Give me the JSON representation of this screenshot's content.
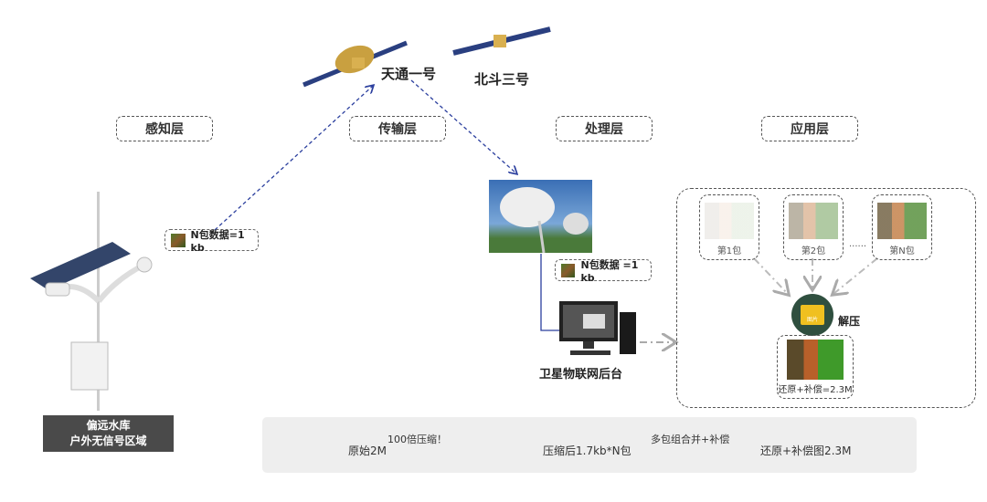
{
  "layers": [
    "感知层",
    "传输层",
    "处理层",
    "应用层"
  ],
  "satellites": {
    "tiantong": "天通一号",
    "beidou": "北斗三号"
  },
  "site_label": {
    "line1": "偏远水库",
    "line2": "户外无信号区域"
  },
  "packet_left": "N包数据=1 kb",
  "packet_right": "N包数据 =1 kb",
  "backend_label": "卫星物联网后台",
  "app": {
    "packets": [
      "第1包",
      "第2包",
      "第N包"
    ],
    "ellipsis": "......",
    "decompress_label": "解压",
    "decompress_icon_text": "图片",
    "result": "还原+补偿=2.3M"
  },
  "flow": {
    "step1": "原始2M",
    "arrow1": "100倍压缩！",
    "step2": "压缩后1.7kb*N包",
    "arrow2": "多包组合并+补偿",
    "step3": "还原+补偿图2.3M"
  },
  "colors": {
    "blue_arrow": "#2b3f9e",
    "gray_band": "#eeeeee",
    "dark_label": "#4a4a4a",
    "zip_green": "#2f4f3f",
    "zip_yellow": "#f0c020"
  }
}
